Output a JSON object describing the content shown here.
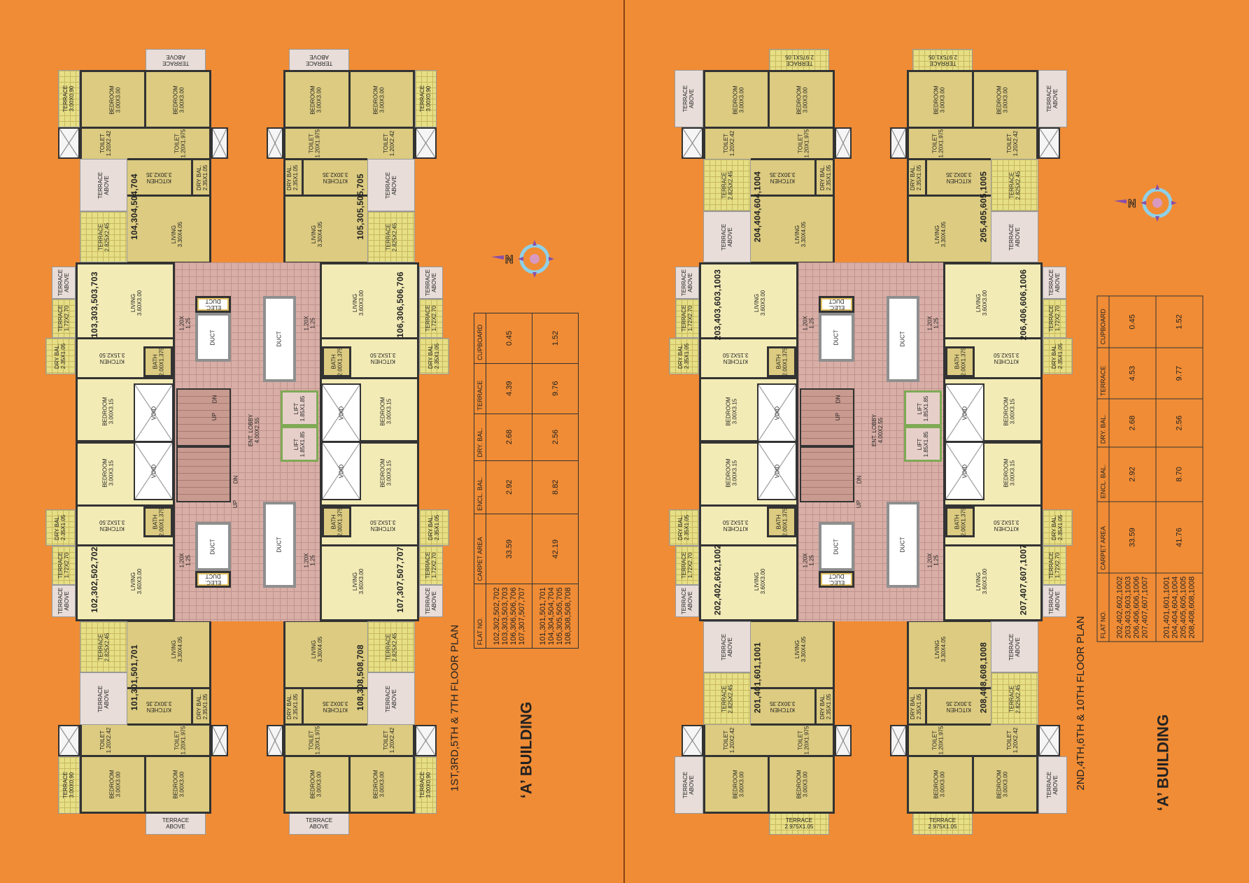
{
  "plans": [
    {
      "title": "1ST,3RD,5TH & 7TH FLOOR PLAN",
      "building": "‘A’ BUILDING",
      "flats": {
        "top_left": "104,304,504,704",
        "top_right": "105,305,505,705",
        "mid_left_upper": "103,303,503,703",
        "mid_right_upper": "106,306,506,706",
        "mid_left_lower": "102,302,502,702",
        "mid_right_lower": "107,307,507,707",
        "bottom_left": "101,301,501,701",
        "bottom_right": "108,308,508,708"
      },
      "end_terrace": "TERRACE\nABOVE",
      "side_terrace": "TERRACE\n3.00X0.90",
      "wing_terrace_upper": "TERRACE\nABOVE",
      "wing_terrace_lower": "TERRACE\n2.825X2.45",
      "table": {
        "headers": [
          "FLAT NO.",
          "CARPET AREA",
          "ENCL. BAL.",
          "DRY. BAL.",
          "TERRACE",
          "CUPBOARD"
        ],
        "rows": [
          {
            "flats": "102,302,502,702\n103,303,503,703\n106,306,506,706\n107,307,507,707",
            "carpet": "33.59",
            "encl": "2.92",
            "dry": "2.68",
            "terrace": "4.39",
            "cupboard": "0.45"
          },
          {
            "flats": "101,301,501,701\n104,304,504,704\n105,305,505,705\n108,308,508,708",
            "carpet": "42.19",
            "encl": "8.82",
            "dry": "2.56",
            "terrace": "9.76",
            "cupboard": "1.52"
          }
        ]
      }
    },
    {
      "title": "2ND,4TH,6TH & 10TH FLOOR PLAN",
      "building": "‘A’ BUILDING",
      "flats": {
        "top_left": "204,404,604,1004",
        "top_right": "205,405,605,1005",
        "mid_left_upper": "203,403,603,1003",
        "mid_right_upper": "206,406,606,1006",
        "mid_left_lower": "202,402,602,1002",
        "mid_right_lower": "207,407,607,1007",
        "bottom_left": "201,401,601,1001",
        "bottom_right": "208,408,608,1008"
      },
      "end_terrace": "TERRACE\n2.975X1.05",
      "side_terrace": "TERRACE\nABOVE",
      "wing_terrace_upper": "TERRACE\n2.825X2.45",
      "wing_terrace_lower": "TERRACE\nABOVE",
      "table": {
        "headers": [
          "FLAT NO.",
          "CARPET AREA",
          "ENCL. BAL.",
          "DRY. BAL.",
          "TERRACE",
          "CUPBOARD"
        ],
        "rows": [
          {
            "flats": "202,402,602,1002\n203,403,603,1003\n206,406,606,1006\n207,407,607,1007",
            "carpet": "33.59",
            "encl": "2.92",
            "dry": "2.68",
            "terrace": "4.53",
            "cupboard": "0.45"
          },
          {
            "flats": "201,401,601,1001\n204,404,604,1004\n205,405,605,1005\n208,408,608,1008",
            "carpet": "41.76",
            "encl": "8.70",
            "dry": "2.56",
            "terrace": "9.77",
            "cupboard": "1.52"
          }
        ]
      }
    }
  ],
  "rooms": {
    "bedroom_wing": "BEDROOM\n3.00X3.00",
    "toilet_a": "TOILET\n1.20X2.42",
    "toilet_b": "TOILET\n1.20X1.975",
    "kitchen_wing": "KITCHEN\n3.30X2.35",
    "dry_bal": "DRY BAL.\n2.35X1.05",
    "living_wing": "LIVING\n3.30X4.05",
    "living_mid": "LIVING\n3.60X3.00",
    "kitchen_mid": "KITCHEN\n3.15X2.50",
    "bedroom_mid": "BEDROOM\n3.00X3.15",
    "bath": "BATH\n2.00X1.375",
    "dry_bal_mid": "DRY BAL.\n2.35X1.05",
    "terrace_mid": "TERRACE\n1.72X2.70",
    "terrace_above": "TERRACE\nABOVE",
    "foyer": "1.20X\n1.25",
    "void": "VOID",
    "duct": "DUCT",
    "elec_duct": "ELEC.\nDUCT",
    "lift": "LIFT\n1.85X1.85",
    "lobby": "ENT. LOBBY\n4.00X2.55",
    "up": "UP",
    "dn": "DN"
  },
  "compass": {
    "label": "N",
    "ring_color": "#8fd0e8",
    "arrow_color": "#8a4fa8"
  },
  "colors": {
    "background": "#f08c35",
    "flat": "#dccb80",
    "flat_light": "#f3ebb6",
    "lobby": "#d8aea6"
  }
}
